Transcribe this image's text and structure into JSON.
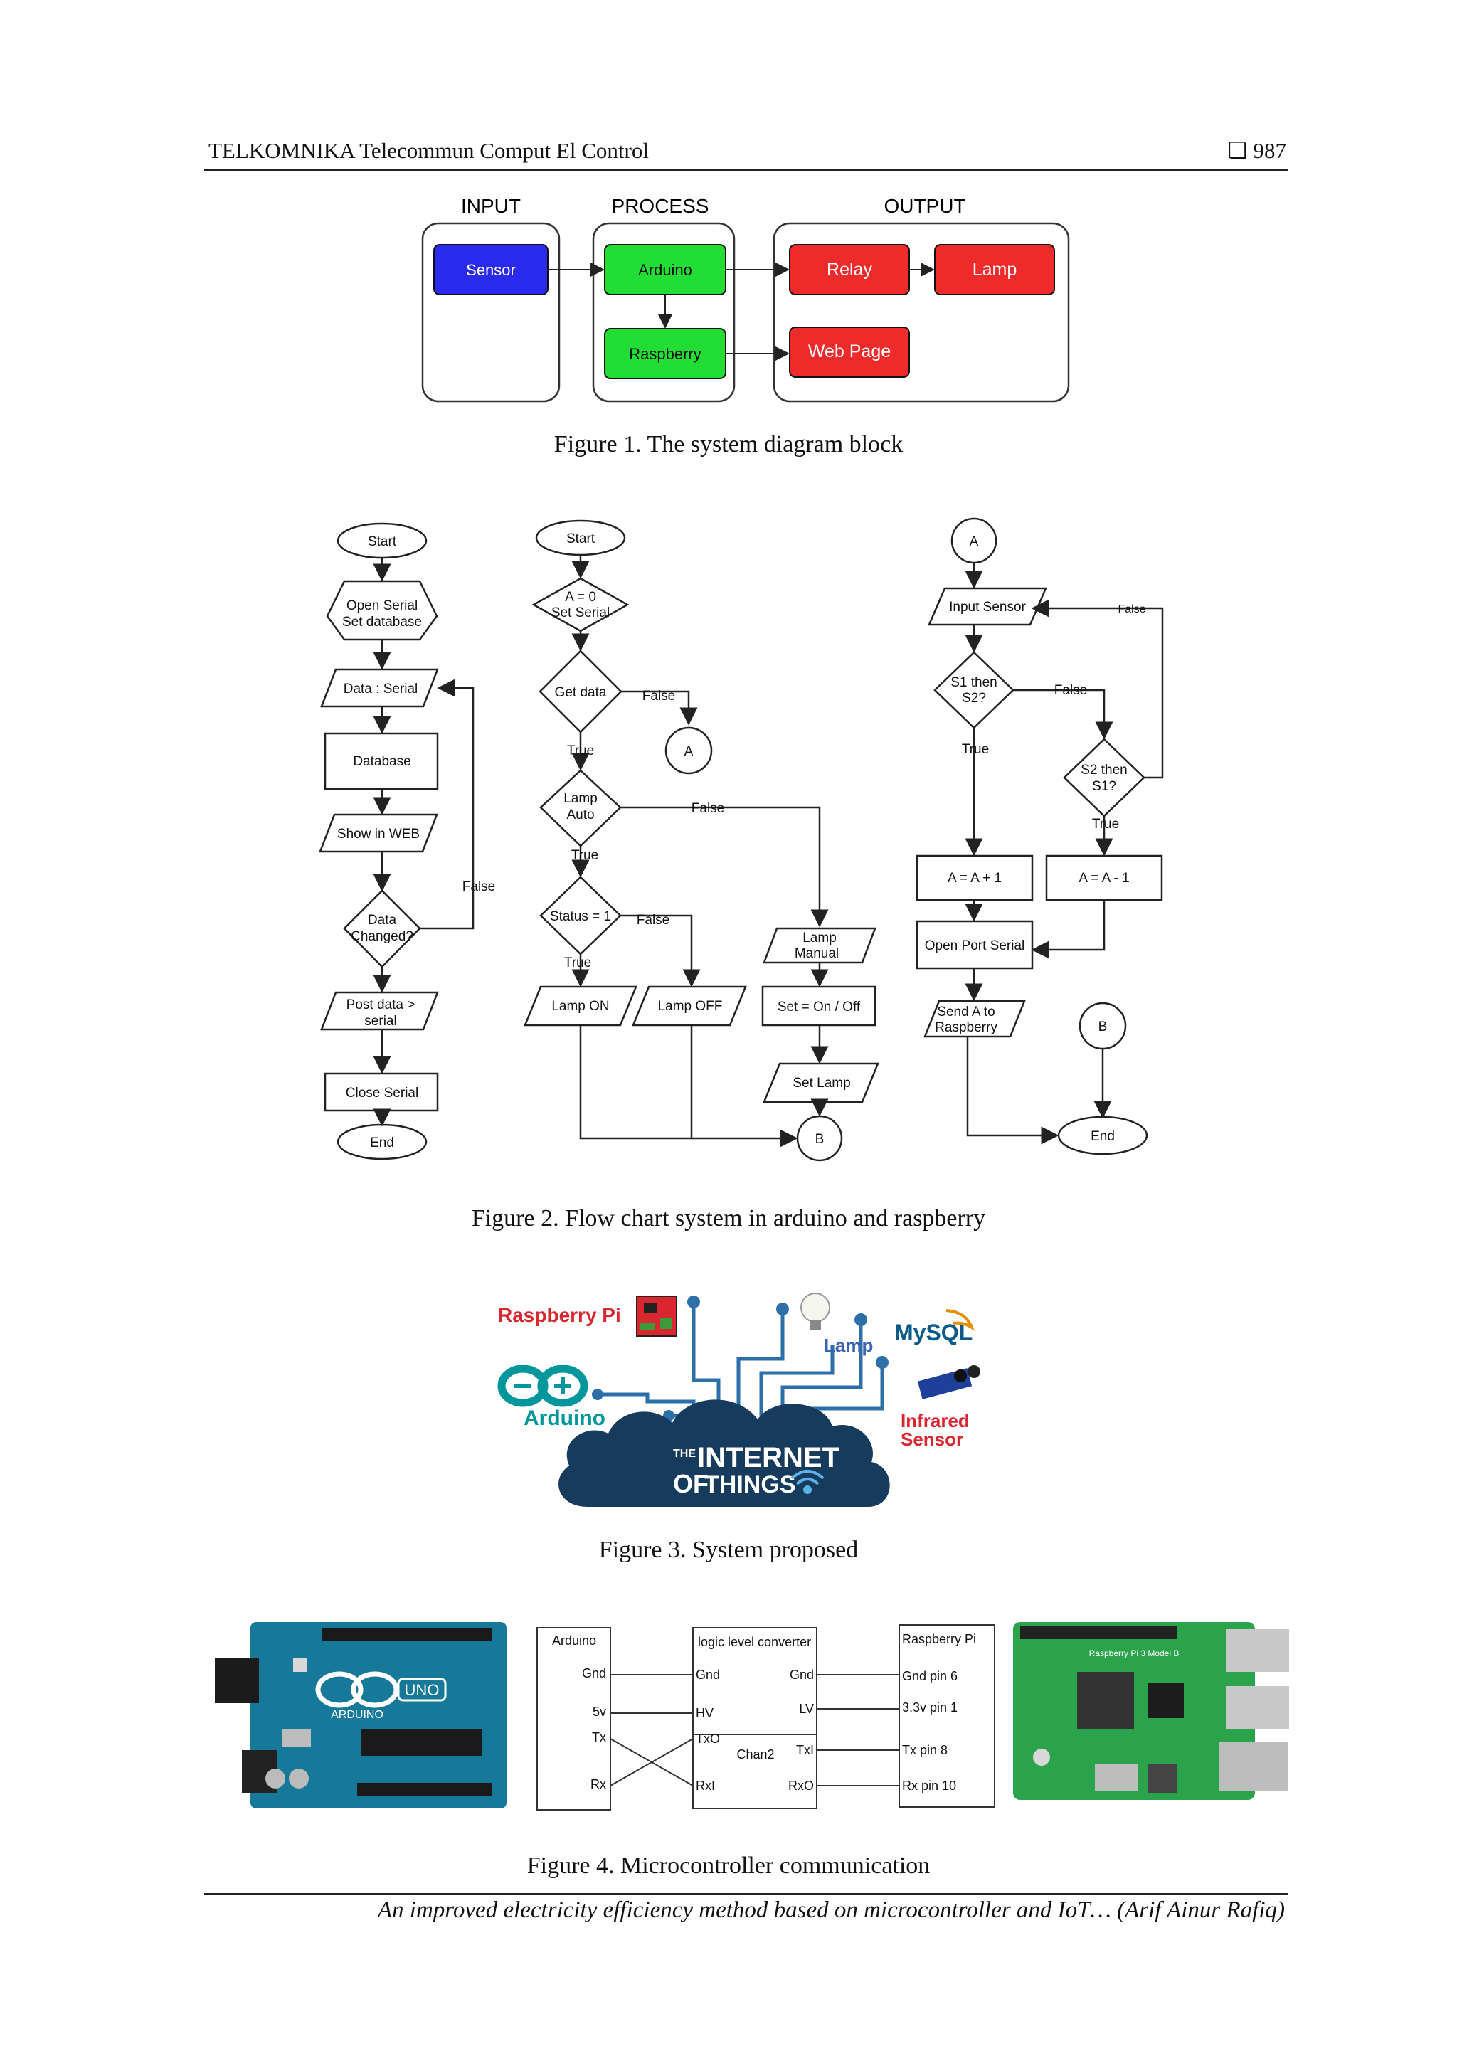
{
  "header": {
    "journal": "TELKOMNIKA Telecommun Comput El Control",
    "page_symbol": "❏",
    "page_number": "987"
  },
  "figure1": {
    "caption": "Figure 1. The system diagram block",
    "groups": [
      "INPUT",
      "PROCESS",
      "OUTPUT"
    ],
    "blocks": {
      "sensor": "Sensor",
      "arduino": "Arduino",
      "raspberry": "Raspberry",
      "relay": "Relay",
      "lamp": "Lamp",
      "webpage": "Web Page"
    },
    "colors": {
      "input": "#2b2bef",
      "process": "#22dd33",
      "output": "#ee2b2b"
    }
  },
  "figure2": {
    "caption": "Figure 2. Flow chart system in arduino and raspberry",
    "flow1": {
      "start": "Start",
      "open_serial": [
        "Open Serial",
        "Set database"
      ],
      "data_serial": "Data : Serial",
      "database": "Database",
      "show_web": "Show in WEB",
      "data_changed": [
        "Data",
        "Changed?"
      ],
      "false_label": "False",
      "post_data": [
        "Post data >",
        "serial"
      ],
      "close_serial": "Close Serial",
      "end": "End"
    },
    "flow2": {
      "start": "Start",
      "init": [
        "A = 0",
        "Set Serial"
      ],
      "get_data": "Get data",
      "false1": "False",
      "connector_a": "A",
      "true1": "True",
      "lamp_auto": [
        "Lamp",
        "Auto"
      ],
      "false2": "False",
      "true2": "True",
      "status": "Status = 1",
      "false3": "False",
      "true3": "True",
      "lamp_manual": [
        "Lamp",
        "Manual"
      ],
      "lamp_on": "Lamp ON",
      "lamp_off": "Lamp OFF",
      "set_onoff": "Set = On / Off",
      "set_lamp": "Set Lamp",
      "connector_b": "B"
    },
    "flow3": {
      "connector_a": "A",
      "input_sensor": "Input Sensor",
      "false_top": "False",
      "s1s2": [
        "S1 then",
        "S2?"
      ],
      "false_mid": "False",
      "true_left": "True",
      "s2s1": [
        "S2 then",
        "S1?"
      ],
      "true_right": "True",
      "a_plus": "A = A + 1",
      "a_minus": "A = A - 1",
      "open_port": "Open Port Serial",
      "send_a": [
        "Send A to",
        "Raspberry"
      ],
      "connector_b": "B",
      "end": "End"
    }
  },
  "figure3": {
    "caption": "Figure 3. System proposed",
    "labels": {
      "raspberry": "Raspberry Pi",
      "arduino": "Arduino",
      "lamp": "Lamp",
      "mysql": "MySQL",
      "infrared": [
        "Infrared",
        "Sensor"
      ],
      "iot_the": "THE",
      "iot_internet": "INTERNET",
      "iot_of": "OF",
      "iot_things": "THINGS"
    }
  },
  "figure4": {
    "caption": "Figure 4. Microcontroller communication",
    "arduino_box": {
      "title": "Arduino",
      "pins": [
        "Gnd",
        "5v",
        "Tx",
        "Rx"
      ]
    },
    "converter": {
      "title": "logic level converter",
      "left": [
        "Gnd",
        "HV",
        "TxO",
        "RxI"
      ],
      "right": [
        "Gnd",
        "LV",
        "TxI",
        "RxO"
      ],
      "chan": "Chan2"
    },
    "raspberry_box": {
      "title": "Raspberry Pi",
      "pins": [
        "Gnd pin 6",
        "3.3v pin 1",
        "Tx pin 8",
        "Rx pin 10"
      ]
    },
    "board_arduino_text": [
      "UNO",
      "ARDUINO"
    ],
    "board_rpi_text": "Raspberry Pi 3 Model B"
  },
  "footer": {
    "text": "An improved electricity efficiency method based on microcontroller and IoT… (Arif Ainur Rafiq)"
  }
}
